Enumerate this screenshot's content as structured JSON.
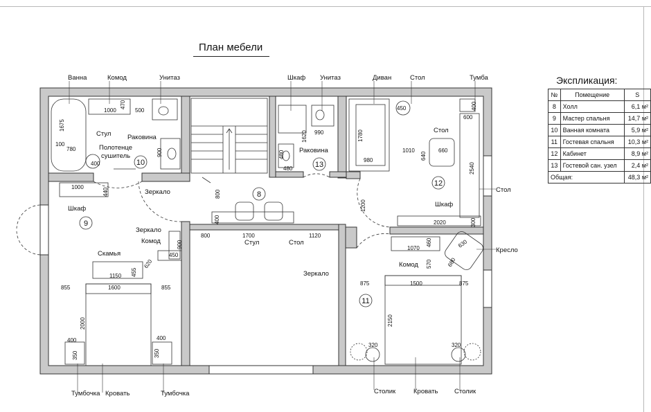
{
  "title": "План мебели",
  "explication": {
    "title": "Экспликация:",
    "header": {
      "num": "№",
      "room": "Помещение",
      "area": "S"
    },
    "rows": [
      {
        "num": "8",
        "room": "Холл",
        "area": "6,1 м²"
      },
      {
        "num": "9",
        "room": "Мастер спальня",
        "area": "14,7 м²"
      },
      {
        "num": "10",
        "room": "Ванная комната",
        "area": "5,9 м²"
      },
      {
        "num": "11",
        "room": "Гостевая спальня",
        "area": "10,3 м²"
      },
      {
        "num": "12",
        "room": "Кабинет",
        "area": "8,9 м²"
      },
      {
        "num": "13",
        "room": "Гостевой сан. узел",
        "area": "2,4 м²"
      }
    ],
    "total": {
      "label": "Общая:",
      "area": "48,3 м²"
    }
  },
  "labels": {
    "vanna": "Ванна",
    "komod": "Комод",
    "unitaz": "Унитаз",
    "shkaf": "Шкаф",
    "divan": "Диван",
    "stol": "Стол",
    "tumba": "Тумба",
    "stul": "Стул",
    "polotence": "Полотенце",
    "sushitel": "сушитель",
    "rakovina": "Раковина",
    "zerkalo": "Зеркало",
    "skamya": "Скамья",
    "kreslo": "Кресло",
    "tumbochka": "Тумбочка",
    "krovat": "Кровать",
    "stolik": "Столик"
  },
  "rooms": {
    "r8": "8",
    "r9": "9",
    "r10": "10",
    "r11": "11",
    "r12": "12",
    "r13": "13"
  },
  "dims": {
    "d1000a": "1000",
    "d470": "470",
    "d500": "500",
    "d1675": "1675",
    "d100": "100",
    "d780": "780",
    "d400a": "400",
    "d900a": "900",
    "d990": "990",
    "d1620": "1620",
    "d480a": "480",
    "d480b": "480",
    "d1780": "1780",
    "d450a": "450",
    "d400b": "400",
    "d600": "600",
    "d980": "980",
    "d1010": "1010",
    "d660": "660",
    "d640": "640",
    "d2540": "2540",
    "d1000b": "1000",
    "d440": "440",
    "d800a": "800",
    "d1200": "1200",
    "d2020": "2020",
    "d300": "300",
    "d400c": "400",
    "d800b": "800",
    "d1700": "1700",
    "d1120": "1120",
    "d900b": "900",
    "d450b": "450",
    "d1070": "1070",
    "d460": "460",
    "d630": "630",
    "d680": "680",
    "d570": "570",
    "d1150": "1150",
    "d620": "620",
    "d455": "455",
    "d855a": "855",
    "d1600": "1600",
    "d855b": "855",
    "d875a": "875",
    "d1500": "1500",
    "d875b": "875",
    "d2000": "2000",
    "d2150": "2150",
    "d400d": "400",
    "d400e": "400",
    "d350a": "350",
    "d350b": "350",
    "d320a": "320",
    "d320b": "320"
  }
}
